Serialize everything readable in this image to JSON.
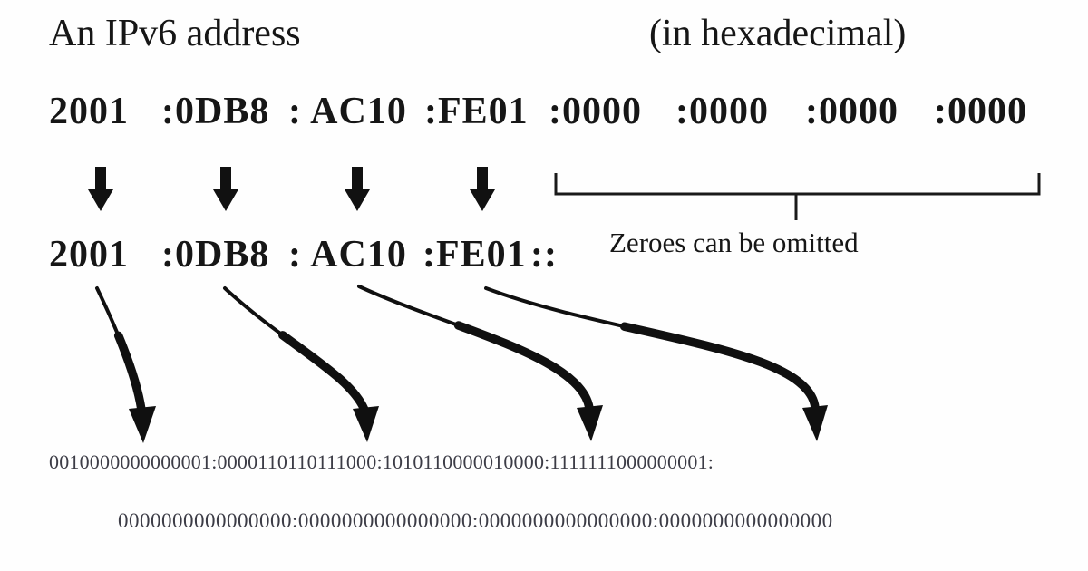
{
  "titles": {
    "left": "An IPv6 address",
    "right": "(in hexadecimal)"
  },
  "hex_row_full": {
    "groups": [
      "2001",
      ":0DB8",
      ": AC10",
      ":FE01",
      ":0000",
      ":0000",
      ":0000",
      ":0000"
    ]
  },
  "hex_row_compressed": {
    "groups": [
      "2001",
      ":0DB8",
      ": AC10",
      ":FE01",
      "::"
    ]
  },
  "annotations": {
    "zeroes_note": "Zeroes can be omitted"
  },
  "binary": {
    "line1": "0010000000000001:0000110110111000:1010110000010000:1111111000000001:",
    "line2": "0000000000000000:0000000000000000:0000000000000000:0000000000000000"
  },
  "icons": {
    "down_arrow": "thick-down-arrow",
    "curved_arrow": "tapered-swoosh-arrow",
    "brace": "underbrace-with-center-tick"
  },
  "colors": {
    "background": "#fefefe",
    "text": "#161616",
    "binary_text": "#3c3c46",
    "graphics": "#101010"
  }
}
